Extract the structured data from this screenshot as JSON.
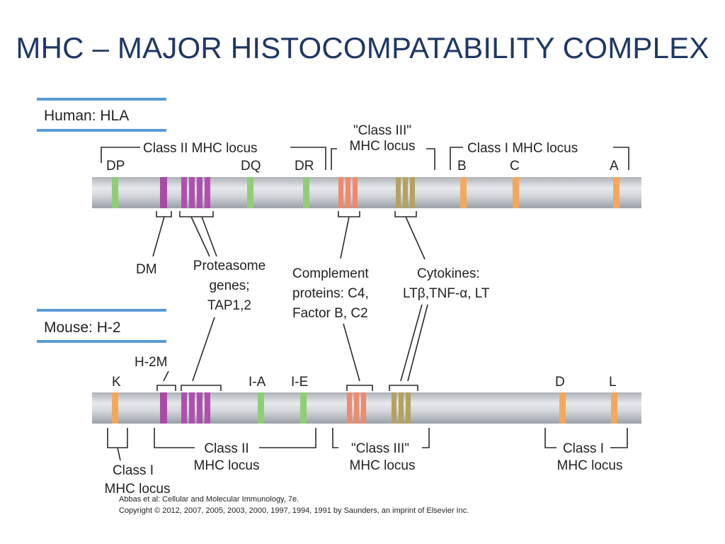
{
  "title": "MHC – MAJOR HISTOCOMPATABILITY COMPLEX",
  "colors": {
    "title": "#1f3864",
    "chromosome": "#cdd1d6",
    "class_ii_green": "#8fce76",
    "dm_purple": "#a64ca6",
    "proteasome_magenta": "#b14fb1",
    "complement_salmon": "#f08a6a",
    "cytokine_olive": "#b4a25e",
    "class_i_orange": "#f3a85c",
    "species_box_accent": "#5b9bd5"
  },
  "human": {
    "species_label": "Human: HLA",
    "class_ii_locus": "Class II MHC locus",
    "class_iii_line1": "\"Class III\"",
    "class_iii_line2": "MHC locus",
    "class_i_locus": "Class I MHC locus",
    "genes": {
      "dp": "DP",
      "dq": "DQ",
      "dr": "DR",
      "b": "B",
      "c": "C",
      "a": "A"
    }
  },
  "middle_labels": {
    "dm": "DM",
    "proteasome_line1": "Proteasome",
    "proteasome_line2": "genes;",
    "proteasome_line3": "TAP1,2",
    "complement_line1": "Complement",
    "complement_line2": "proteins: C4,",
    "complement_line3": "Factor B, C2",
    "cytokines_line1": "Cytokines:",
    "cytokines_line2": "LTβ,TNF-α, LT"
  },
  "mouse": {
    "species_label": "Mouse: H-2",
    "genes": {
      "h2m": "H-2M",
      "k": "K",
      "ia": "I-A",
      "ie": "I-E",
      "d": "D",
      "l": "L"
    },
    "class_i_left_line1": "Class I",
    "class_i_left_line2": "MHC locus",
    "class_ii_line1": "Class II",
    "class_ii_line2": "MHC locus",
    "class_iii_line1": "\"Class III\"",
    "class_iii_line2": "MHC locus",
    "class_i_right_line1": "Class I",
    "class_i_right_line2": "MHC locus"
  },
  "credit": {
    "line1": "Abbas et al: Cellular and Molecular Immunology, 7e.",
    "line2": "Copyright © 2012, 2007, 2005, 2003, 2000, 1997, 1994, 1991 by Saunders, an imprint of Elsevier Inc."
  }
}
